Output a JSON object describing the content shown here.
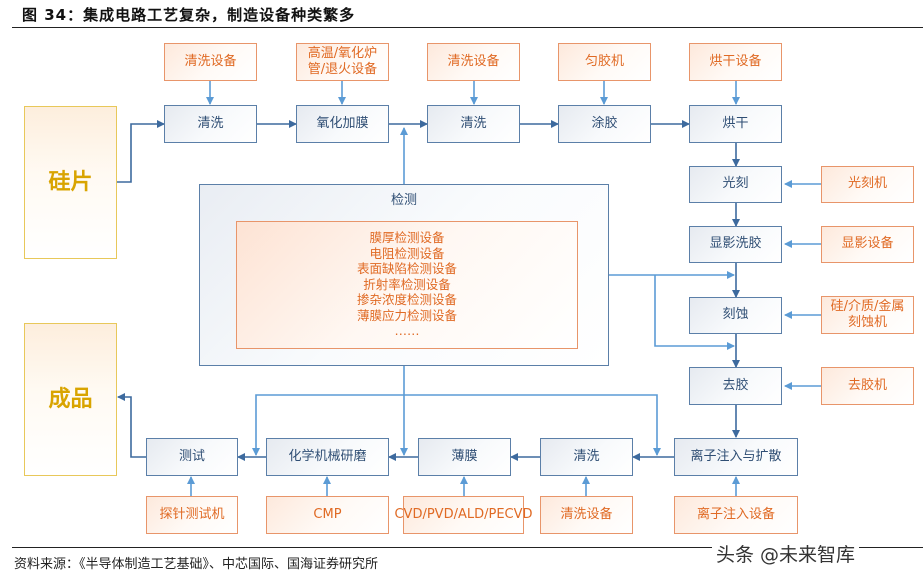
{
  "figure": {
    "title": "图 34：集成电路工艺复杂，制造设备种类繁多",
    "source": "资料来源：《半导体制造工艺基础》、中芯国际、国海证券研究所",
    "watermark": "头条 @未来智库"
  },
  "colors": {
    "process_border": "#5b7fa8",
    "process_text": "#2f4e74",
    "equipment_border": "#e8956a",
    "equipment_text": "#e06a24",
    "terminal_border": "#e8c85a",
    "terminal_text": "#d9a400",
    "arrow_dark": "#3d6a9e",
    "arrow_light": "#5b9bd5"
  },
  "terminals": {
    "start": "硅片",
    "end": "成品"
  },
  "process_steps": {
    "clean1": "清洗",
    "oxidation": "氧化加膜",
    "clean2": "清洗",
    "coating": "涂胶",
    "baking": "烘干",
    "lithography": "光刻",
    "develop": "显影洗胶",
    "etching": "刻蚀",
    "strip": "去胶",
    "implant": "离子注入与扩散",
    "clean3": "清洗",
    "thin_film": "薄膜",
    "cmp": "化学机械研磨",
    "test": "测试"
  },
  "equipment": {
    "clean1": "清洗设备",
    "oxidation": "高温/氧化炉管/退火设备",
    "clean2": "清洗设备",
    "coating": "匀胶机",
    "baking": "烘干设备",
    "lithography": "光刻机",
    "develop": "显影设备",
    "etching": "硅/介质/金属刻蚀机",
    "strip": "去胶机",
    "implant": "离子注入设备",
    "clean3": "清洗设备",
    "thin_film": "CVD/PVD/ALD/PECVD",
    "cmp": "CMP",
    "test": "探针测试机"
  },
  "inspection": {
    "title": "检测",
    "items": [
      "膜厚检测设备",
      "电阻检测设备",
      "表面缺陷检测设备",
      "折射率检测设备",
      "掺杂浓度检测设备",
      "薄膜应力检测设备",
      "……"
    ]
  }
}
